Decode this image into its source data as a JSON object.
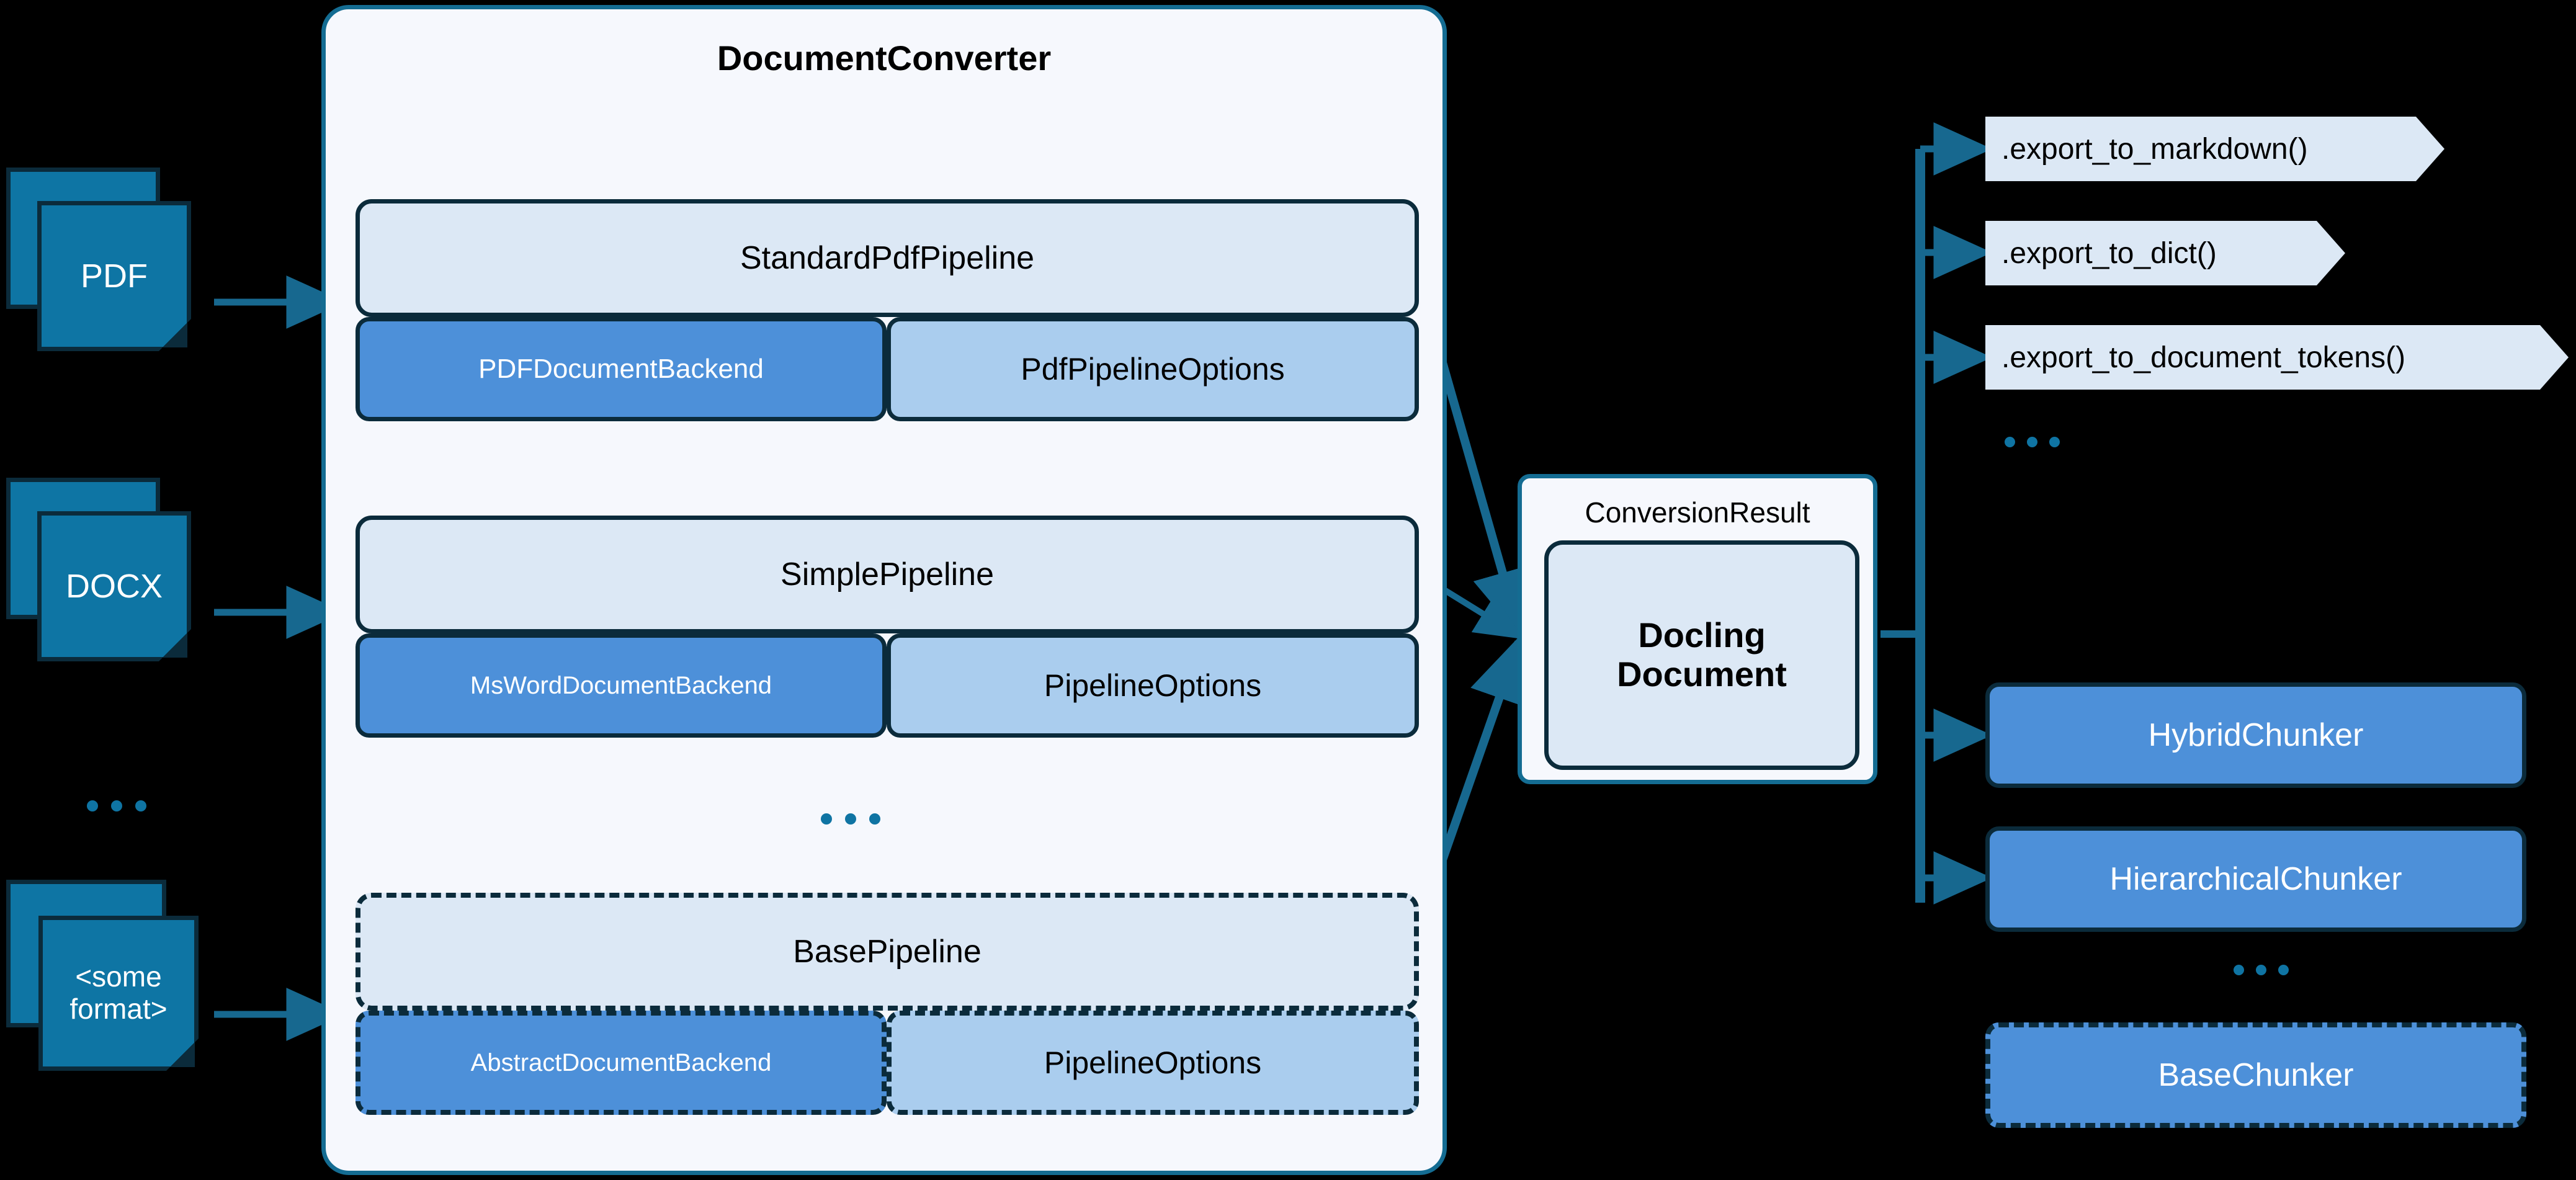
{
  "converter": {
    "title": "DocumentConverter",
    "ellipsis": "...",
    "pipelines": [
      {
        "name": "StandardPdfPipeline",
        "backend": "PDFDocumentBackend",
        "options": "PdfPipelineOptions",
        "abstract": false
      },
      {
        "name": "SimplePipeline",
        "backend": "MsWordDocumentBackend",
        "options": "PipelineOptions",
        "abstract": false
      },
      {
        "name": "BasePipeline",
        "backend": "AbstractDocumentBackend",
        "options": "PipelineOptions",
        "abstract": true
      }
    ]
  },
  "inputs": {
    "ellipsis": "...",
    "documents": [
      {
        "label": "PDF"
      },
      {
        "label": "DOCX"
      },
      {
        "label": "<some\nformat>"
      }
    ]
  },
  "result": {
    "label": "ConversionResult",
    "document": "Docling\nDocument"
  },
  "exports": {
    "ellipsis": "...",
    "methods": [
      {
        "label": ".export_to_markdown()"
      },
      {
        "label": ".export_to_dict()"
      },
      {
        "label": ".export_to_document_tokens()"
      }
    ]
  },
  "chunkers": {
    "ellipsis": "...",
    "items": [
      {
        "label": "HybridChunker",
        "abstract": false
      },
      {
        "label": "HierarchicalChunker",
        "abstract": false
      },
      {
        "label": "BaseChunker",
        "abstract": true
      }
    ]
  },
  "colors": {
    "background": "#000000",
    "panel": "#f6f8fd",
    "panel_border": "#146c92",
    "pipeline_header": "#dce8f5",
    "backend": "#4d90d9",
    "options": "#aacdee",
    "doc_icon": "#0e75a4",
    "stroke_dark": "#0b2b3b",
    "connector": "#17688f"
  }
}
